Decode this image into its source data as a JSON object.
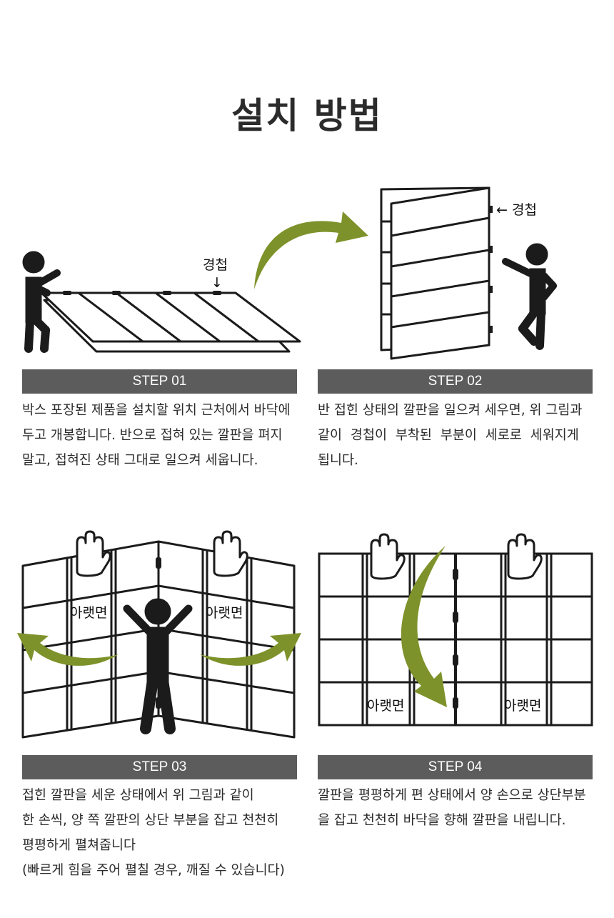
{
  "title": "설치 방법",
  "colors": {
    "arrow": "#7d922a",
    "bar": "#5c5c5c",
    "figure": "#1b1b1b"
  },
  "labels": {
    "hinge": "경첩",
    "hinge_arrow_down": "↓",
    "hinge_pointer": "← 경첩",
    "back_side": "아랫면"
  },
  "steps": [
    {
      "label": "STEP 01",
      "lines": [
        "박스 포장된 제품을 설치할 위치 근처에서 바닥에",
        "두고 개봉합니다. 반으로 접혀 있는 깔판을 펴지",
        "말고, 접혀진 상태 그대로 일으켜 세웁니다."
      ]
    },
    {
      "label": "STEP 02",
      "lines": [
        "반 접힌 상태의 깔판을 일으켜 세우면, 위 그림과",
        "같이 경첩이 부착된 부분이 세로로 세워지게",
        "됩니다."
      ]
    },
    {
      "label": "STEP 03",
      "lines": [
        "접힌 깔판을 세운 상태에서 위 그림과 같이",
        "한 손씩, 양 쪽 깔판의 상단 부분을 잡고 천천히",
        "평평하게 펼쳐줍니다",
        "(빠르게 힘을 주어 펼칠 경우, 깨질 수 있습니다)"
      ]
    },
    {
      "label": "STEP 04",
      "lines": [
        "깔판을 평평하게 편 상태에서 양 손으로 상단부분",
        "을 잡고 천천히 바닥을 향해 깔판을 내립니다."
      ]
    }
  ]
}
